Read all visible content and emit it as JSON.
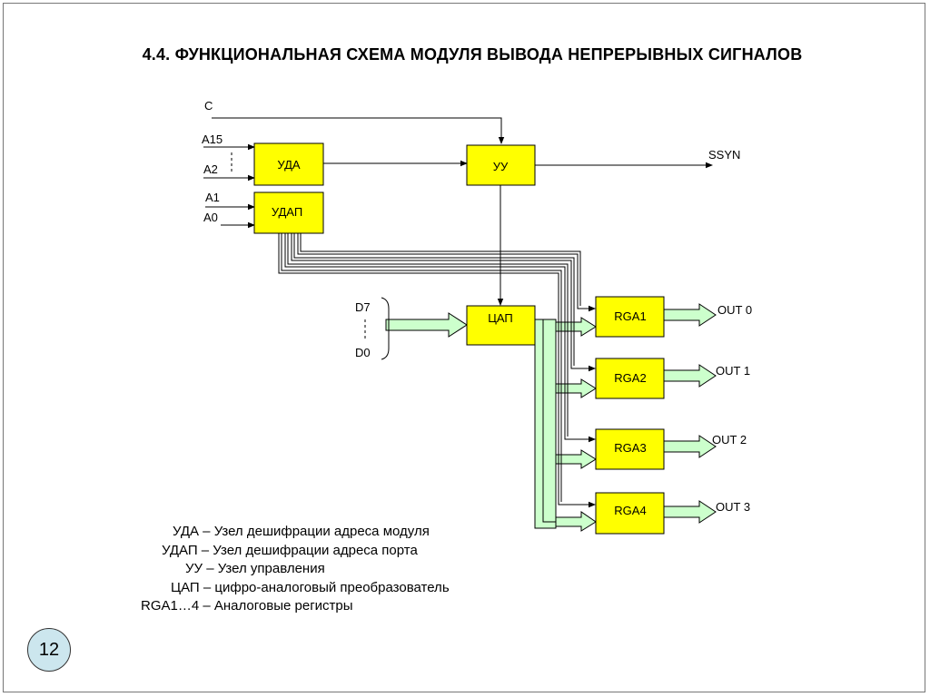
{
  "title": "4.4. ФУНКЦИОНАЛЬНАЯ СХЕМА МОДУЛЯ ВЫВОДА НЕПРЕРЫВНЫХ СИГНАЛОВ",
  "signals": {
    "c": "C",
    "a15": "A15",
    "a2": "A2",
    "a1": "A1",
    "a0": "A0",
    "d7": "D7",
    "d0": "D0",
    "ssyn": "SSYN"
  },
  "blocks": {
    "uda": "УДА",
    "udap": "УДАП",
    "uu": "УУ",
    "dac": "ЦАП",
    "rga1": "RGA1",
    "rga2": "RGA2",
    "rga3": "RGA3",
    "rga4": "RGA4"
  },
  "outputs": [
    "OUT 0",
    "OUT 1",
    "OUT 2",
    "OUT 3"
  ],
  "legend": [
    "УДА – Узел  дешифрации адреса модуля",
    "УДАП – Узел дешифрации адреса порта",
    "УУ – Узел управления",
    "ЦАП – цифро-аналоговый преобразователь",
    "RGA1…4 – Аналоговые регистры"
  ],
  "page_number": "12",
  "colors": {
    "block_fill": "#ffff00",
    "bus_fill": "#ccffcc",
    "badge_fill": "#cce6ee"
  }
}
